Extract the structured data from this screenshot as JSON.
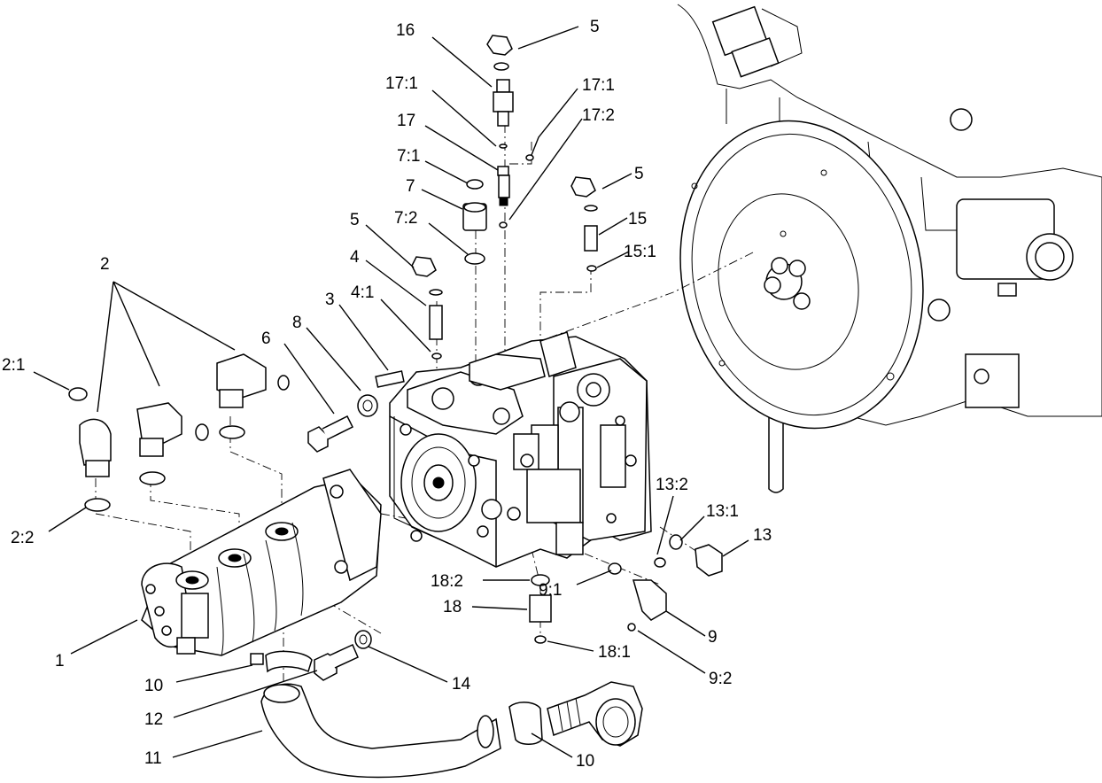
{
  "callouts": {
    "c16": "16",
    "c5a": "5",
    "c17_1a": "17:1",
    "c17_1b": "17:1",
    "c17": "17",
    "c17_2": "17:2",
    "c7_1": "7:1",
    "c7": "7",
    "c7_2": "7:2",
    "c5b": "5",
    "c15": "15",
    "c15_1": "15:1",
    "c5c": "5",
    "c4": "4",
    "c4_1": "4:1",
    "c3": "3",
    "c8": "8",
    "c6": "6",
    "c2": "2",
    "c2_1": "2:1",
    "c2_2": "2:2",
    "c1": "1",
    "c13_2": "13:2",
    "c13_1": "13:1",
    "c13": "13",
    "c18_2": "18:2",
    "c9_1": "9:1",
    "c18": "18",
    "c9": "9",
    "c18_1": "18:1",
    "c9_2": "9:2",
    "c10a": "10",
    "c14": "14",
    "c12": "12",
    "c11": "11",
    "c10b": "10"
  }
}
